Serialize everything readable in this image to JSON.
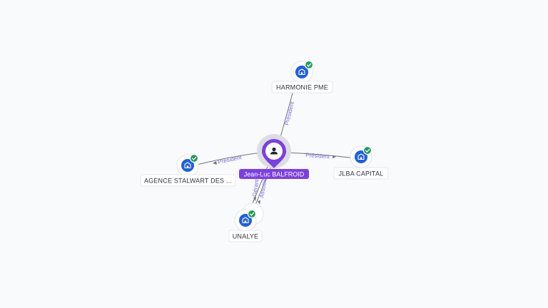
{
  "person": {
    "name": "Jean-Luc BALFROID",
    "icon": "person-icon",
    "color": "#7b3fe4"
  },
  "companies": [
    {
      "id": "harmonie",
      "name": "HARMONIE PME",
      "icon": "company-icon",
      "verified": true
    },
    {
      "id": "jlba",
      "name": "JLBA CAPITAL",
      "icon": "company-icon",
      "verified": true
    },
    {
      "id": "agence",
      "name": "AGENCE STALWART DES ...",
      "icon": "company-icon",
      "verified": true
    },
    {
      "id": "unalye",
      "name": "UNALYE",
      "icon": "company-icon",
      "verified": true
    }
  ],
  "relations": [
    {
      "target": "harmonie",
      "label": "Président"
    },
    {
      "target": "jlba",
      "label": "Président"
    },
    {
      "target": "agence",
      "label": "Président"
    },
    {
      "target": "unalye",
      "label": "Gérant",
      "label2": "Associé"
    }
  ],
  "colors": {
    "company": "#1f5fe0",
    "verified": "#1f9d55",
    "relation_label": "#7a6fd6"
  }
}
